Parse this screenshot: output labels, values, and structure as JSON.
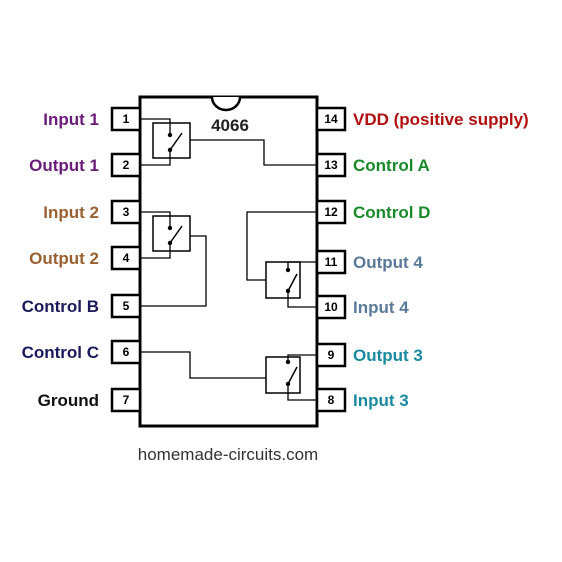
{
  "chip": {
    "name": "4066"
  },
  "pins": [
    {
      "num": "1",
      "label": "Input 1",
      "color": "#6a1b7a",
      "side": "left"
    },
    {
      "num": "2",
      "label": "Output 1",
      "color": "#6a1b7a",
      "side": "left"
    },
    {
      "num": "3",
      "label": "Input 2",
      "color": "#9a6030",
      "side": "left"
    },
    {
      "num": "4",
      "label": "Output 2",
      "color": "#9a6030",
      "side": "left"
    },
    {
      "num": "5",
      "label": "Control B",
      "color": "#1a1a5c",
      "side": "left"
    },
    {
      "num": "6",
      "label": "Control C",
      "color": "#1a1a5c",
      "side": "left"
    },
    {
      "num": "7",
      "label": "Ground",
      "color": "#111111",
      "side": "left"
    },
    {
      "num": "14",
      "label": "VDD (positive supply)",
      "color": "#b01010",
      "side": "right"
    },
    {
      "num": "13",
      "label": "Control A",
      "color": "#1a8a2a",
      "side": "right"
    },
    {
      "num": "12",
      "label": "Control D",
      "color": "#1a8a2a",
      "side": "right"
    },
    {
      "num": "11",
      "label": "Output 4",
      "color": "#5a7a9a",
      "side": "right"
    },
    {
      "num": "10",
      "label": "Input 4",
      "color": "#5a7a9a",
      "side": "right"
    },
    {
      "num": "9",
      "label": "Output 3",
      "color": "#1a8aa0",
      "side": "right"
    },
    {
      "num": "8",
      "label": "Input 3",
      "color": "#1a8aa0",
      "side": "right"
    }
  ],
  "footer": {
    "website": "homemade-circuits.com"
  }
}
